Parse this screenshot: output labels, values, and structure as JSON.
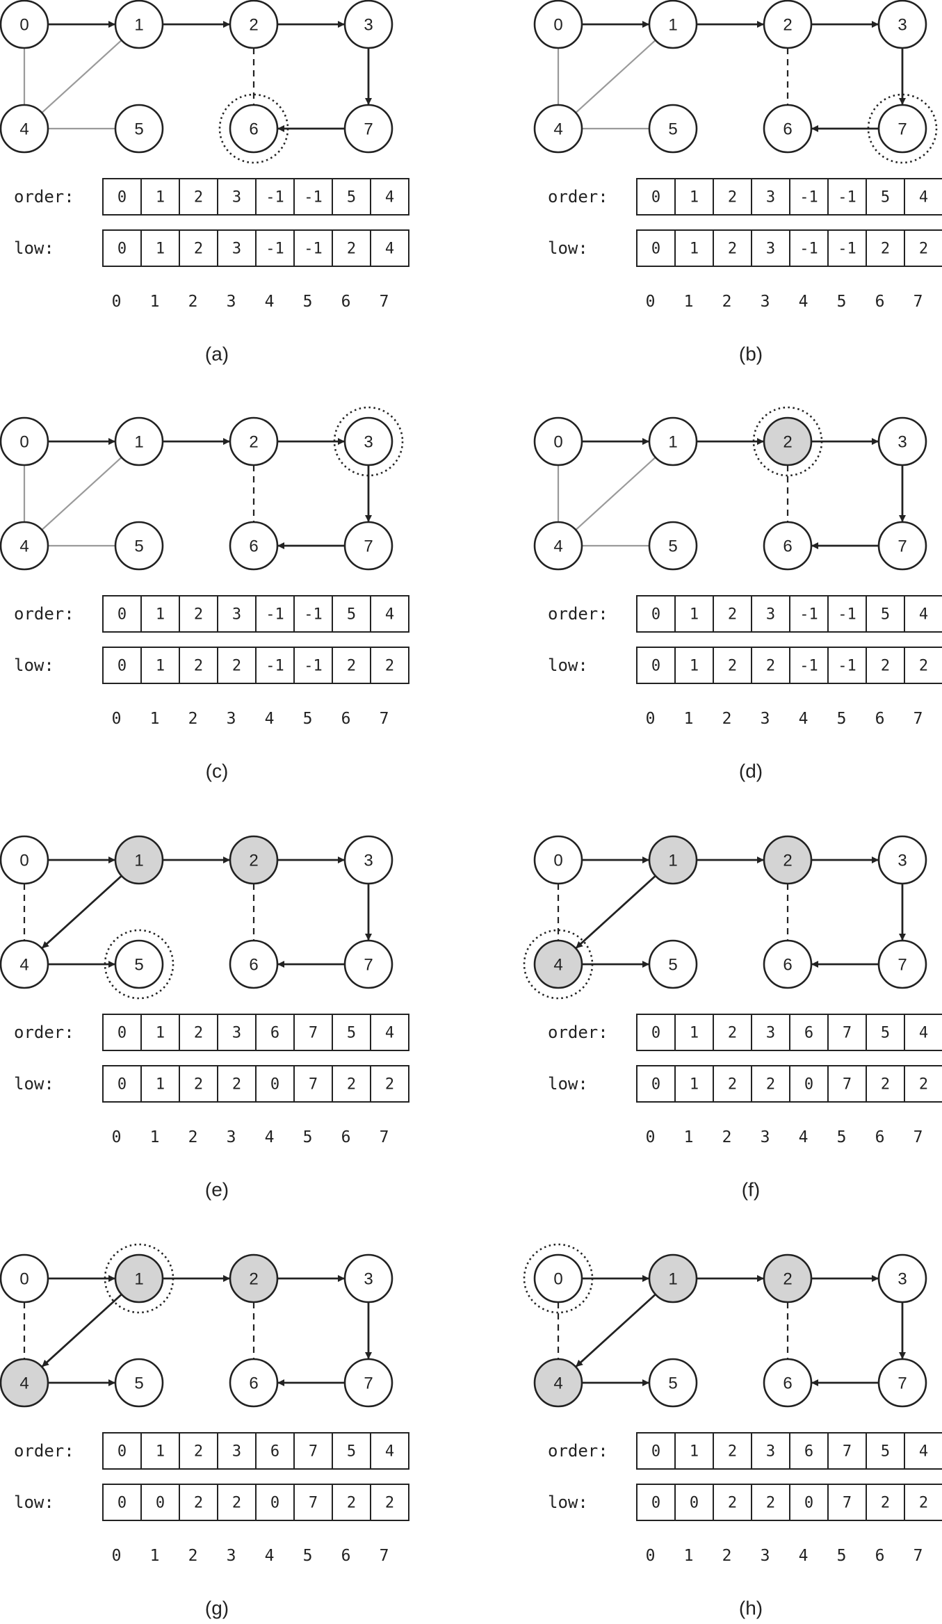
{
  "labels": {
    "order": "order:",
    "low": "low:"
  },
  "indices": [
    "0",
    "1",
    "2",
    "3",
    "4",
    "5",
    "6",
    "7"
  ],
  "node_labels": [
    "0",
    "1",
    "2",
    "3",
    "4",
    "5",
    "6",
    "7"
  ],
  "colors": {
    "stroke": "#222222",
    "shaded": "#d4d4d4",
    "undirected": "#9a9a9a"
  },
  "panels": [
    {
      "caption": "(a)",
      "focus_node": 6,
      "shaded_nodes": [],
      "directed_edges": [
        [
          0,
          1
        ],
        [
          1,
          2
        ],
        [
          2,
          3
        ],
        [
          3,
          7
        ],
        [
          7,
          6
        ]
      ],
      "undirected_edges": [
        [
          0,
          4
        ],
        [
          1,
          4
        ],
        [
          4,
          5
        ]
      ],
      "dashed_edges": [
        [
          2,
          6
        ]
      ],
      "order": [
        "0",
        "1",
        "2",
        "3",
        "-1",
        "-1",
        "5",
        "4"
      ],
      "low": [
        "0",
        "1",
        "2",
        "3",
        "-1",
        "-1",
        "2",
        "4"
      ]
    },
    {
      "caption": "(b)",
      "focus_node": 7,
      "shaded_nodes": [],
      "directed_edges": [
        [
          0,
          1
        ],
        [
          1,
          2
        ],
        [
          2,
          3
        ],
        [
          3,
          7
        ],
        [
          7,
          6
        ]
      ],
      "undirected_edges": [
        [
          0,
          4
        ],
        [
          1,
          4
        ],
        [
          4,
          5
        ]
      ],
      "dashed_edges": [
        [
          2,
          6
        ]
      ],
      "order": [
        "0",
        "1",
        "2",
        "3",
        "-1",
        "-1",
        "5",
        "4"
      ],
      "low": [
        "0",
        "1",
        "2",
        "3",
        "-1",
        "-1",
        "2",
        "2"
      ]
    },
    {
      "caption": "(c)",
      "focus_node": 3,
      "shaded_nodes": [],
      "directed_edges": [
        [
          0,
          1
        ],
        [
          1,
          2
        ],
        [
          2,
          3
        ],
        [
          3,
          7
        ],
        [
          7,
          6
        ]
      ],
      "undirected_edges": [
        [
          0,
          4
        ],
        [
          1,
          4
        ],
        [
          4,
          5
        ]
      ],
      "dashed_edges": [
        [
          2,
          6
        ]
      ],
      "order": [
        "0",
        "1",
        "2",
        "3",
        "-1",
        "-1",
        "5",
        "4"
      ],
      "low": [
        "0",
        "1",
        "2",
        "2",
        "-1",
        "-1",
        "2",
        "2"
      ]
    },
    {
      "caption": "(d)",
      "focus_node": 2,
      "shaded_nodes": [
        2
      ],
      "directed_edges": [
        [
          0,
          1
        ],
        [
          1,
          2
        ],
        [
          2,
          3
        ],
        [
          3,
          7
        ],
        [
          7,
          6
        ]
      ],
      "undirected_edges": [
        [
          0,
          4
        ],
        [
          1,
          4
        ],
        [
          4,
          5
        ]
      ],
      "dashed_edges": [
        [
          2,
          6
        ]
      ],
      "order": [
        "0",
        "1",
        "2",
        "3",
        "-1",
        "-1",
        "5",
        "4"
      ],
      "low": [
        "0",
        "1",
        "2",
        "2",
        "-1",
        "-1",
        "2",
        "2"
      ]
    },
    {
      "caption": "(e)",
      "focus_node": 5,
      "shaded_nodes": [
        1,
        2
      ],
      "directed_edges": [
        [
          0,
          1
        ],
        [
          1,
          2
        ],
        [
          2,
          3
        ],
        [
          3,
          7
        ],
        [
          7,
          6
        ],
        [
          1,
          4
        ],
        [
          4,
          5
        ]
      ],
      "undirected_edges": [],
      "dashed_edges": [
        [
          2,
          6
        ],
        [
          0,
          4
        ]
      ],
      "order": [
        "0",
        "1",
        "2",
        "3",
        "6",
        "7",
        "5",
        "4"
      ],
      "low": [
        "0",
        "1",
        "2",
        "2",
        "0",
        "7",
        "2",
        "2"
      ]
    },
    {
      "caption": "(f)",
      "focus_node": 4,
      "shaded_nodes": [
        1,
        2,
        4
      ],
      "directed_edges": [
        [
          0,
          1
        ],
        [
          1,
          2
        ],
        [
          2,
          3
        ],
        [
          3,
          7
        ],
        [
          7,
          6
        ],
        [
          1,
          4
        ],
        [
          4,
          5
        ]
      ],
      "undirected_edges": [],
      "dashed_edges": [
        [
          2,
          6
        ],
        [
          0,
          4
        ]
      ],
      "order": [
        "0",
        "1",
        "2",
        "3",
        "6",
        "7",
        "5",
        "4"
      ],
      "low": [
        "0",
        "1",
        "2",
        "2",
        "0",
        "7",
        "2",
        "2"
      ]
    },
    {
      "caption": "(g)",
      "focus_node": 1,
      "shaded_nodes": [
        1,
        2,
        4
      ],
      "directed_edges": [
        [
          0,
          1
        ],
        [
          1,
          2
        ],
        [
          2,
          3
        ],
        [
          3,
          7
        ],
        [
          7,
          6
        ],
        [
          1,
          4
        ],
        [
          4,
          5
        ]
      ],
      "undirected_edges": [],
      "dashed_edges": [
        [
          2,
          6
        ],
        [
          0,
          4
        ]
      ],
      "order": [
        "0",
        "1",
        "2",
        "3",
        "6",
        "7",
        "5",
        "4"
      ],
      "low": [
        "0",
        "0",
        "2",
        "2",
        "0",
        "7",
        "2",
        "2"
      ]
    },
    {
      "caption": "(h)",
      "focus_node": 0,
      "shaded_nodes": [
        1,
        2,
        4
      ],
      "directed_edges": [
        [
          0,
          1
        ],
        [
          1,
          2
        ],
        [
          2,
          3
        ],
        [
          3,
          7
        ],
        [
          7,
          6
        ],
        [
          1,
          4
        ],
        [
          4,
          5
        ]
      ],
      "undirected_edges": [],
      "dashed_edges": [
        [
          2,
          6
        ],
        [
          0,
          4
        ]
      ],
      "order": [
        "0",
        "1",
        "2",
        "3",
        "6",
        "7",
        "5",
        "4"
      ],
      "low": [
        "0",
        "0",
        "2",
        "2",
        "0",
        "7",
        "2",
        "2"
      ]
    }
  ]
}
